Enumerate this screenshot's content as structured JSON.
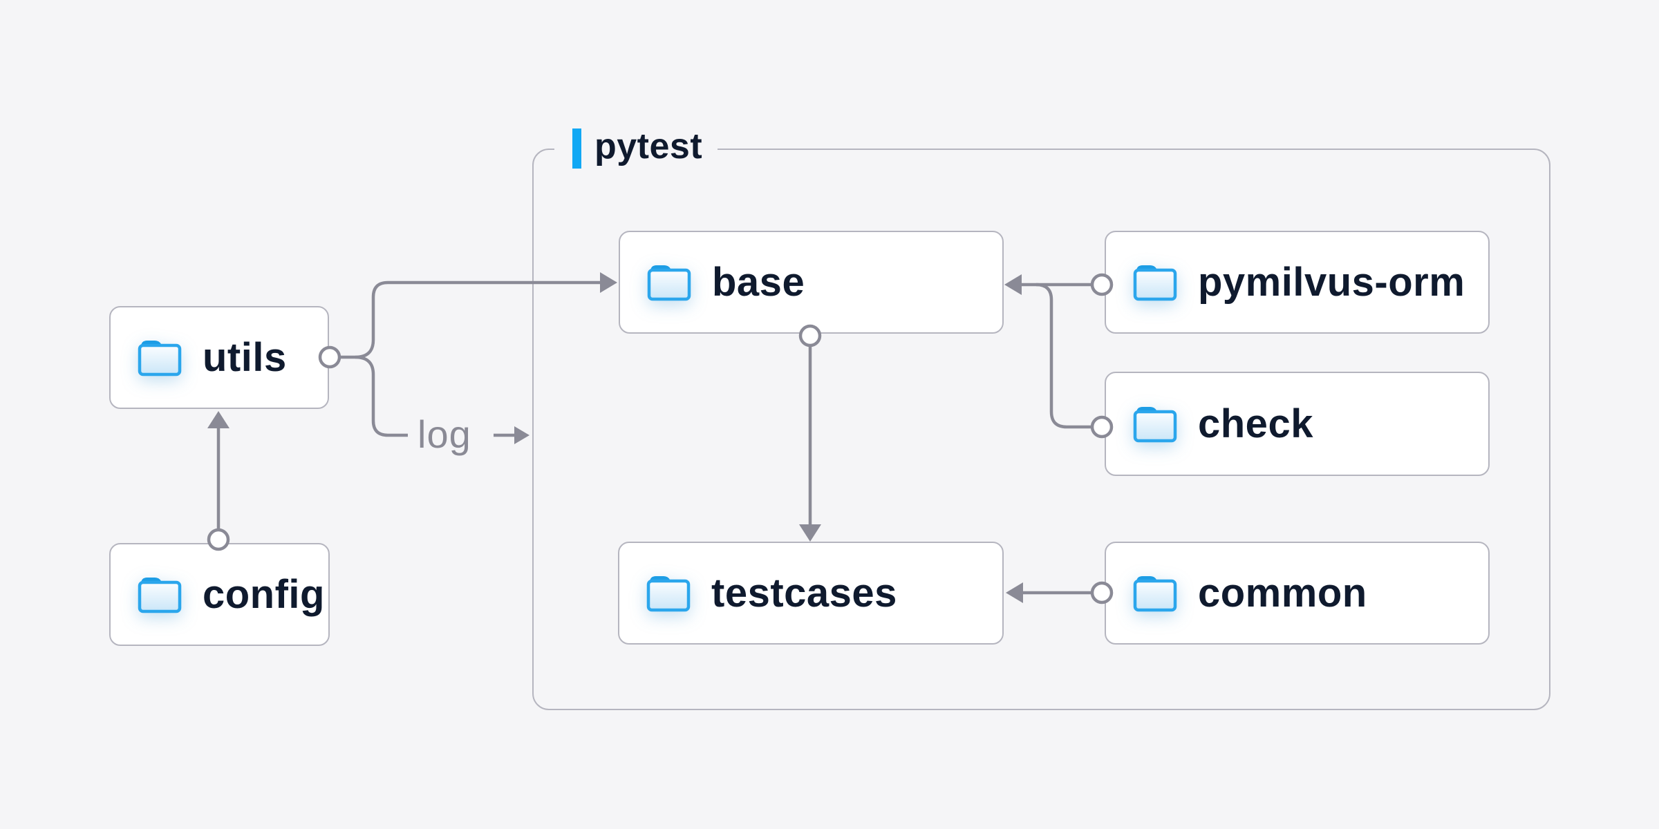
{
  "diagram": {
    "group": {
      "label": "pytest"
    },
    "nodes": {
      "utils": {
        "label": "utils",
        "icon": "folder-icon"
      },
      "config": {
        "label": "config",
        "icon": "folder-icon"
      },
      "base": {
        "label": "base",
        "icon": "folder-icon"
      },
      "pymilvus_orm": {
        "label": "pymilvus-orm",
        "icon": "folder-icon"
      },
      "check": {
        "label": "check",
        "icon": "folder-icon"
      },
      "testcases": {
        "label": "testcases",
        "icon": "folder-icon"
      },
      "common": {
        "label": "common",
        "icon": "folder-icon"
      }
    },
    "edges": [
      {
        "from": "config",
        "to": "utils",
        "style": "arrow"
      },
      {
        "from": "utils",
        "to": "base",
        "style": "arrow"
      },
      {
        "from": "utils",
        "to": "pytest",
        "style": "arrow",
        "label": "log"
      },
      {
        "from": "base",
        "to": "testcases",
        "style": "arrow"
      },
      {
        "from": "pymilvus_orm",
        "to": "base",
        "style": "arrow"
      },
      {
        "from": "check",
        "to": "base",
        "style": "arrow"
      },
      {
        "from": "common",
        "to": "testcases",
        "style": "arrow"
      }
    ],
    "edge_labels": {
      "log": "log"
    },
    "colors": {
      "background": "#F5F5F7",
      "node_fill": "#FFFFFF",
      "border_gray": "#B5B5BF",
      "connector_gray": "#8A8A96",
      "label_navy": "#0F1A2E",
      "muted_gray_text": "#8A8A95",
      "accent_blue": "#12A8F4",
      "folder_blue": "#2BA6EC"
    }
  }
}
